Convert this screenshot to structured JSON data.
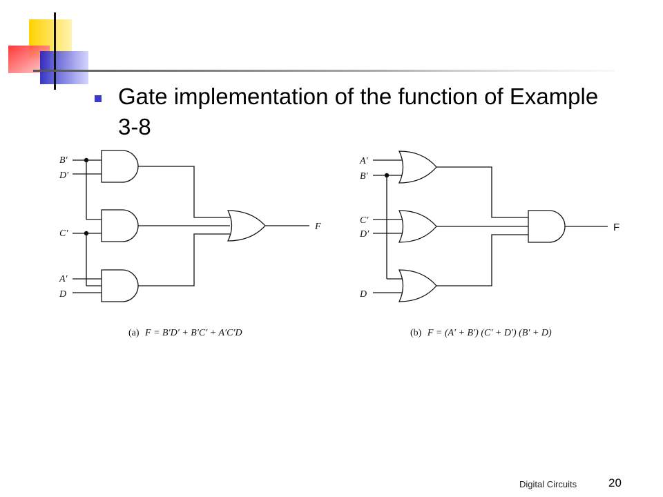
{
  "slide": {
    "title": "Gate implementation of the function of Example 3-8",
    "footer": "Digital Circuits",
    "page_number": "20"
  },
  "diagram_a": {
    "inputs": [
      "B′",
      "D′",
      "C′",
      "A′",
      "D"
    ],
    "output": "F",
    "caption_prefix": "(a)",
    "caption_expr": "F = B′D′ + B′C′ + A′C′D"
  },
  "diagram_b": {
    "inputs": [
      "A′",
      "B′",
      "C′",
      "D′",
      "D"
    ],
    "output": "F",
    "caption_prefix": "(b)",
    "caption_expr": "F = (A′ + B′) (C′ + D′) (B′ + D)"
  },
  "colors": {
    "accent_blue": "#3a3ac8",
    "accent_yellow": "#ffd200",
    "accent_red": "#ff4040"
  }
}
